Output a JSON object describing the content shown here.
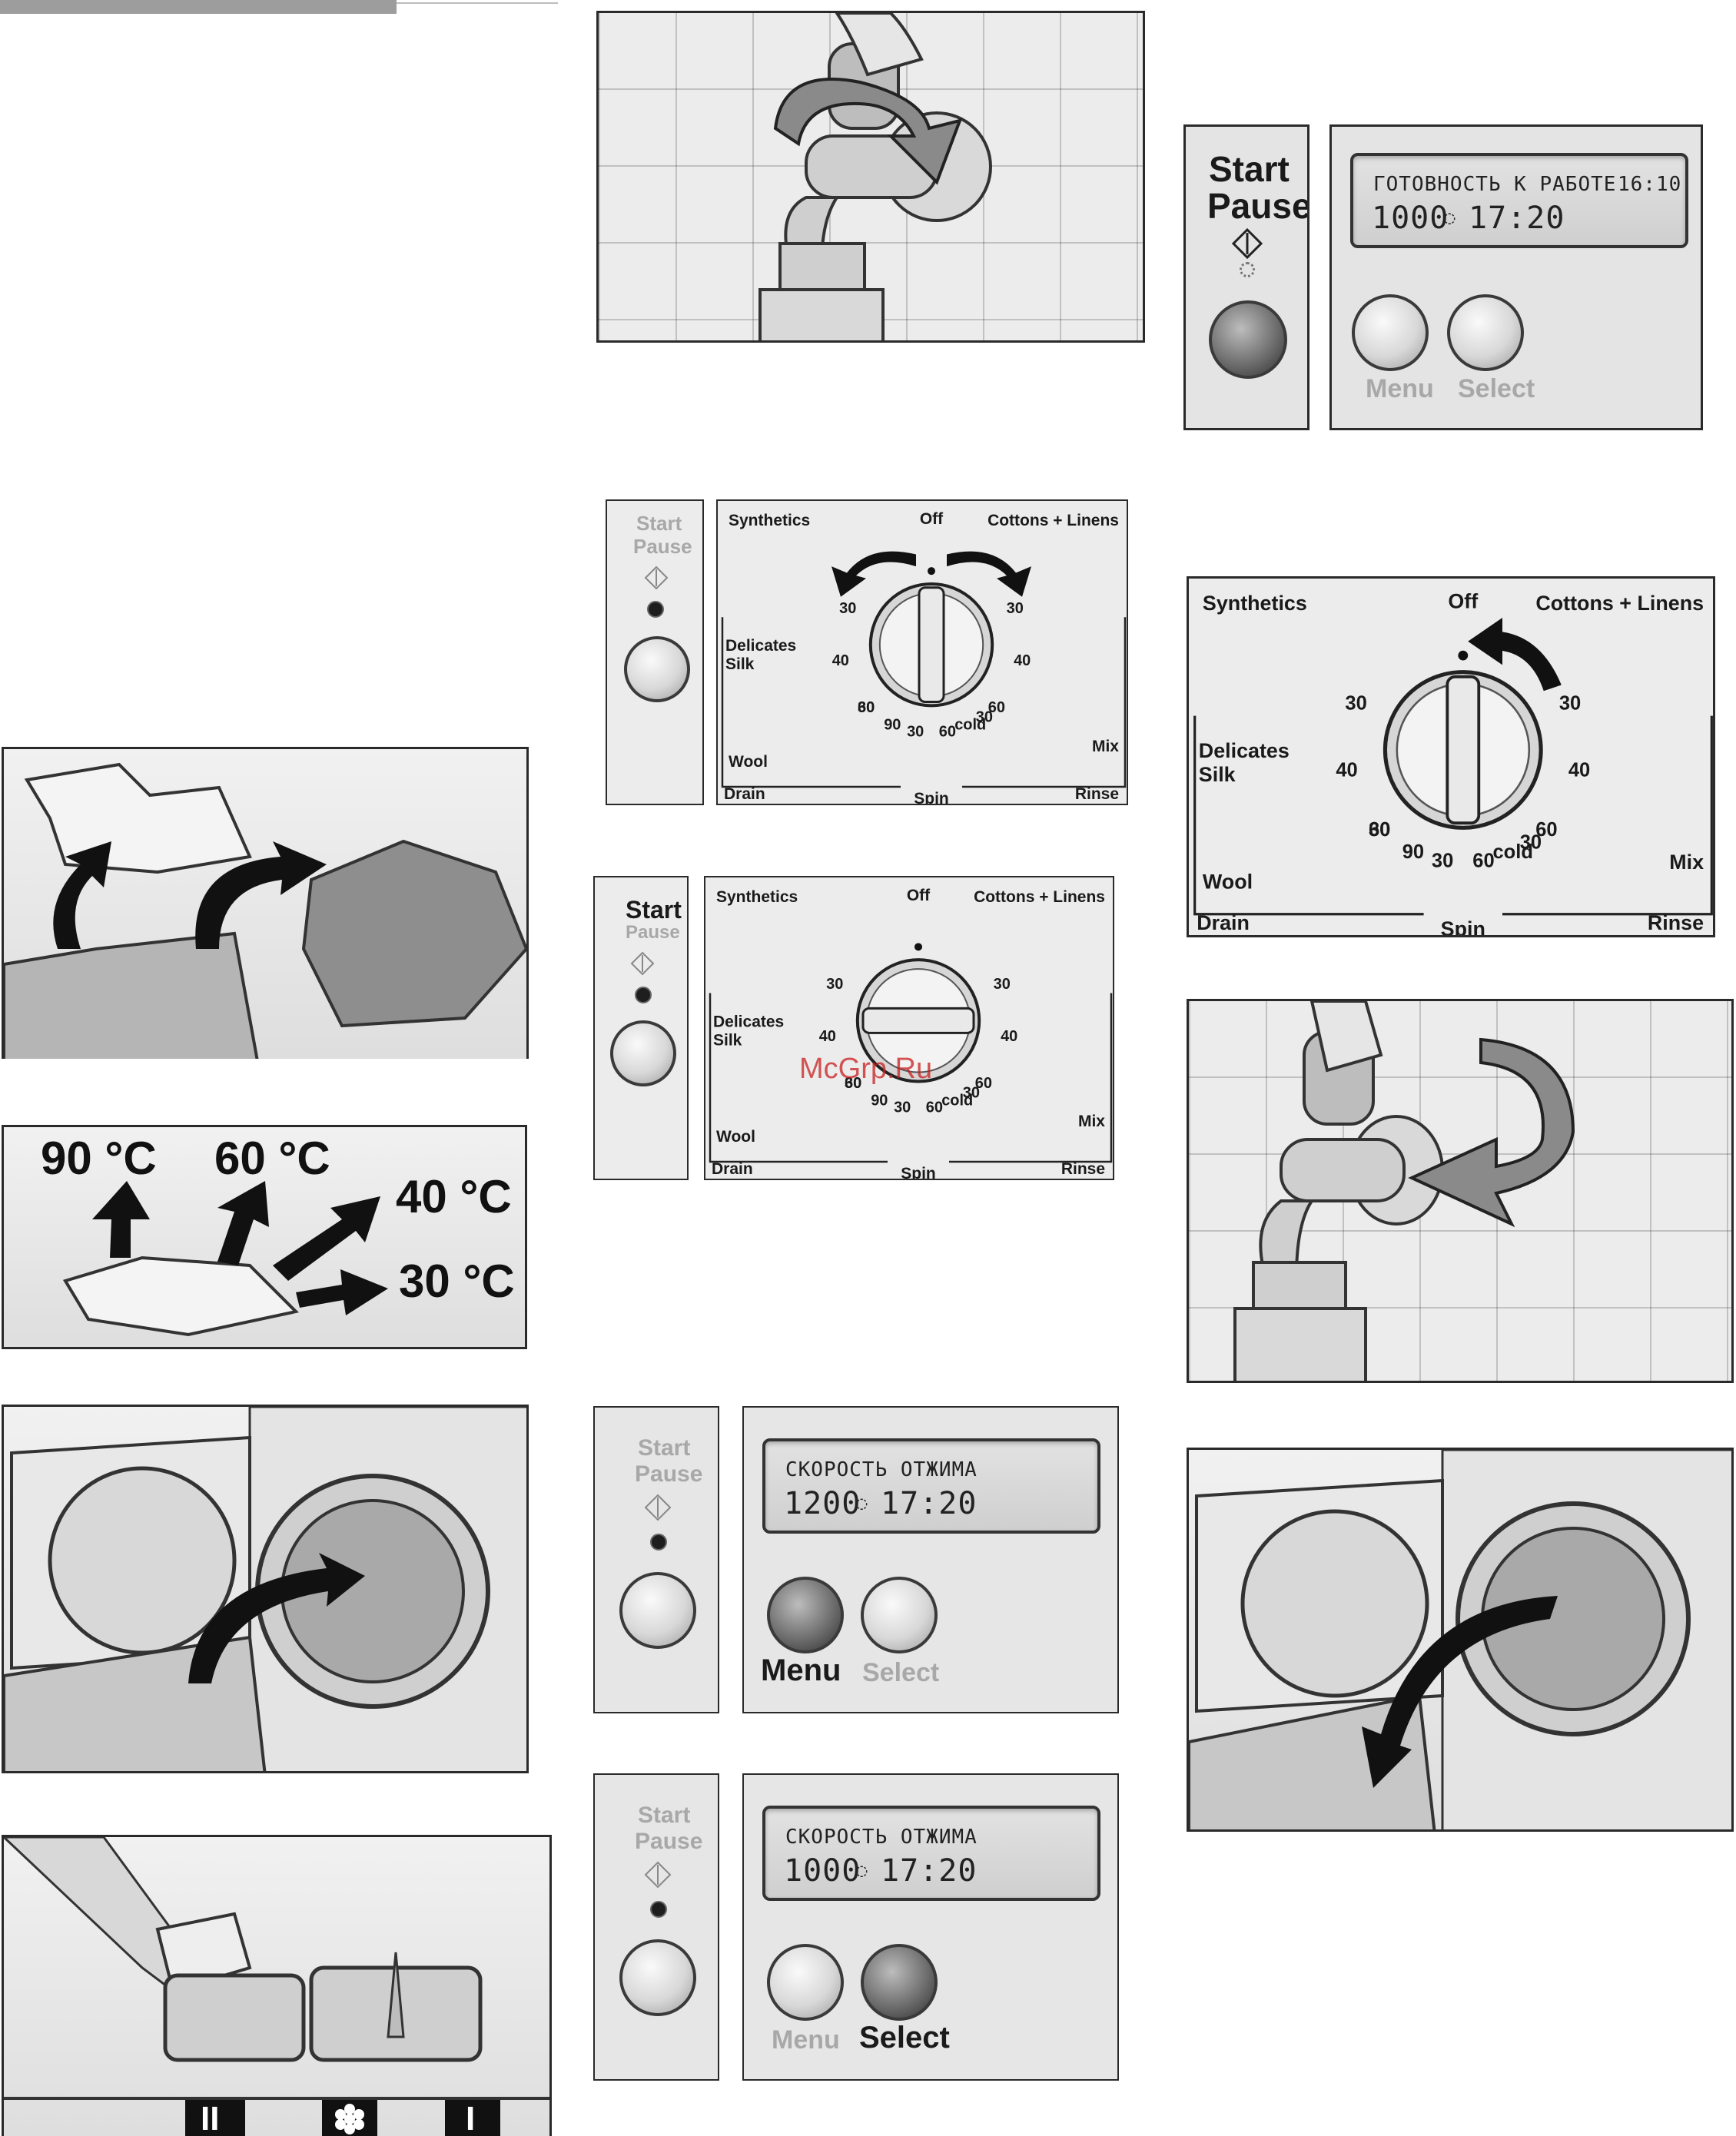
{
  "watermark": "McGrp.Ru",
  "start_pause": {
    "start": "Start",
    "pause": "Pause"
  },
  "buttons": {
    "menu": "Menu",
    "select": "Select"
  },
  "lcd": {
    "ready": {
      "line1": "ГОТОВНОСТЬ К РАБОТЕ",
      "time_of_day": "16:10",
      "spin": "1000",
      "duration": "17:20"
    },
    "spin_menu": {
      "line1": "СКОРОСТЬ ОТЖИМА",
      "spin": "1200",
      "duration": "17:20"
    },
    "spin_select": {
      "line1": "СКОРОСТЬ ОТЖИМА",
      "spin": "1000",
      "duration": "17:20"
    }
  },
  "dial": {
    "off": "Off",
    "synthetics": "Synthetics",
    "cottons_linens": "Cottons + Linens",
    "delicates": "Delicates",
    "silk": "Silk",
    "wool": "Wool",
    "drain": "Drain",
    "spin": "Spin",
    "mix": "Mix",
    "rinse": "Rinse",
    "cold": "cold",
    "n30": "30",
    "n40": "40",
    "n60": "60",
    "n90": "90"
  },
  "temperatures": {
    "t90": "90 °C",
    "t60": "60 °C",
    "t40": "40 °C",
    "t30": "30 °C"
  },
  "detergent_compartments": {
    "left": "II",
    "right": "I"
  },
  "icons": [
    "tap-icon",
    "rotate-arrow-icon",
    "start-pause-symbol-icon",
    "synthetics-icon",
    "cottons-icon",
    "silk-icon",
    "wool-icon",
    "drain-icon",
    "spin-icon",
    "mix-icon",
    "rinse-icon",
    "softener-flower-icon"
  ]
}
